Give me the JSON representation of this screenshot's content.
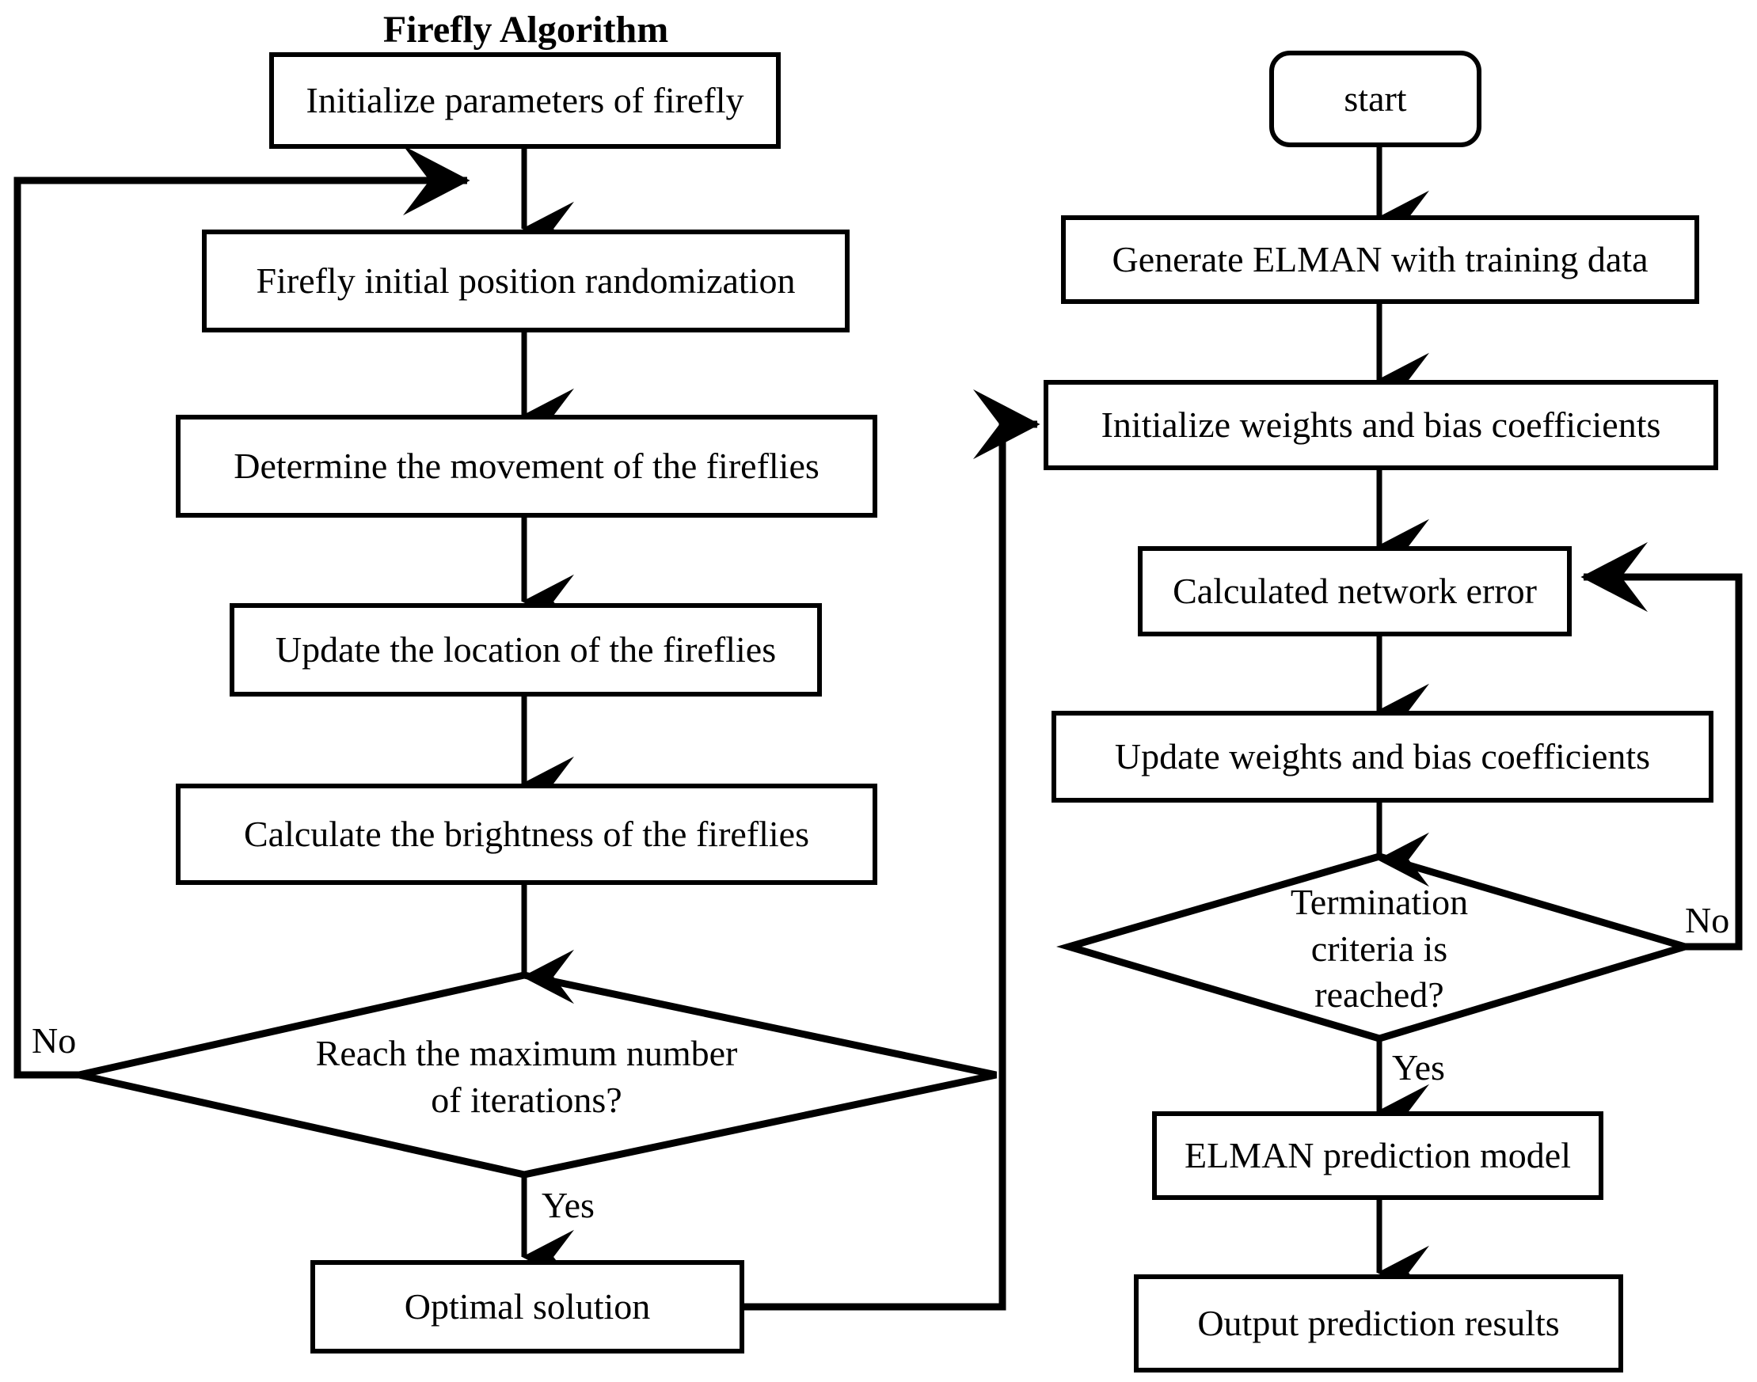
{
  "diagram": {
    "title": "Firefly Algorithm",
    "type": "flowchart",
    "background_color": "#ffffff",
    "line_color": "#000000",
    "text_color": "#000000"
  },
  "left_column": {
    "heading": "Firefly Algorithm",
    "nodes": [
      {
        "id": "init-params",
        "shape": "process",
        "label": "Initialize parameters of firefly"
      },
      {
        "id": "firefly-random",
        "shape": "process",
        "label": "Firefly initial position randomization"
      },
      {
        "id": "determine-movement",
        "shape": "process",
        "label": "Determine the movement of the fireflies"
      },
      {
        "id": "update-location",
        "shape": "process",
        "label": "Update the location of the fireflies"
      },
      {
        "id": "calculate-brightness",
        "shape": "process",
        "label": "Calculate the brightness of the fireflies"
      },
      {
        "id": "max-iterations",
        "shape": "decision",
        "label_line1": "Reach the maximum number",
        "label_line2": "of iterations?"
      },
      {
        "id": "optimal-solution",
        "shape": "process",
        "label": "Optimal solution"
      }
    ],
    "edge_labels": {
      "decision_no": "No",
      "decision_yes": "Yes"
    }
  },
  "right_column": {
    "nodes": [
      {
        "id": "start",
        "shape": "terminator",
        "label": "start"
      },
      {
        "id": "generate-elman",
        "shape": "process",
        "label": "Generate ELMAN with training data"
      },
      {
        "id": "init-weights",
        "shape": "process",
        "label": "Initialize weights and bias coefficients"
      },
      {
        "id": "calculated-error",
        "shape": "process",
        "label": "Calculated network error"
      },
      {
        "id": "update-weights",
        "shape": "process",
        "label": "Update weights and bias coefficients"
      },
      {
        "id": "termination",
        "shape": "decision",
        "label_line1": "Termination",
        "label_line2": "criteria is",
        "label_line3": "reached?"
      },
      {
        "id": "elman-model",
        "shape": "process",
        "label": "ELMAN prediction model"
      },
      {
        "id": "output-results",
        "shape": "process",
        "label": "Output prediction results"
      }
    ],
    "edge_labels": {
      "decision_no": "No",
      "decision_yes": "Yes"
    }
  }
}
